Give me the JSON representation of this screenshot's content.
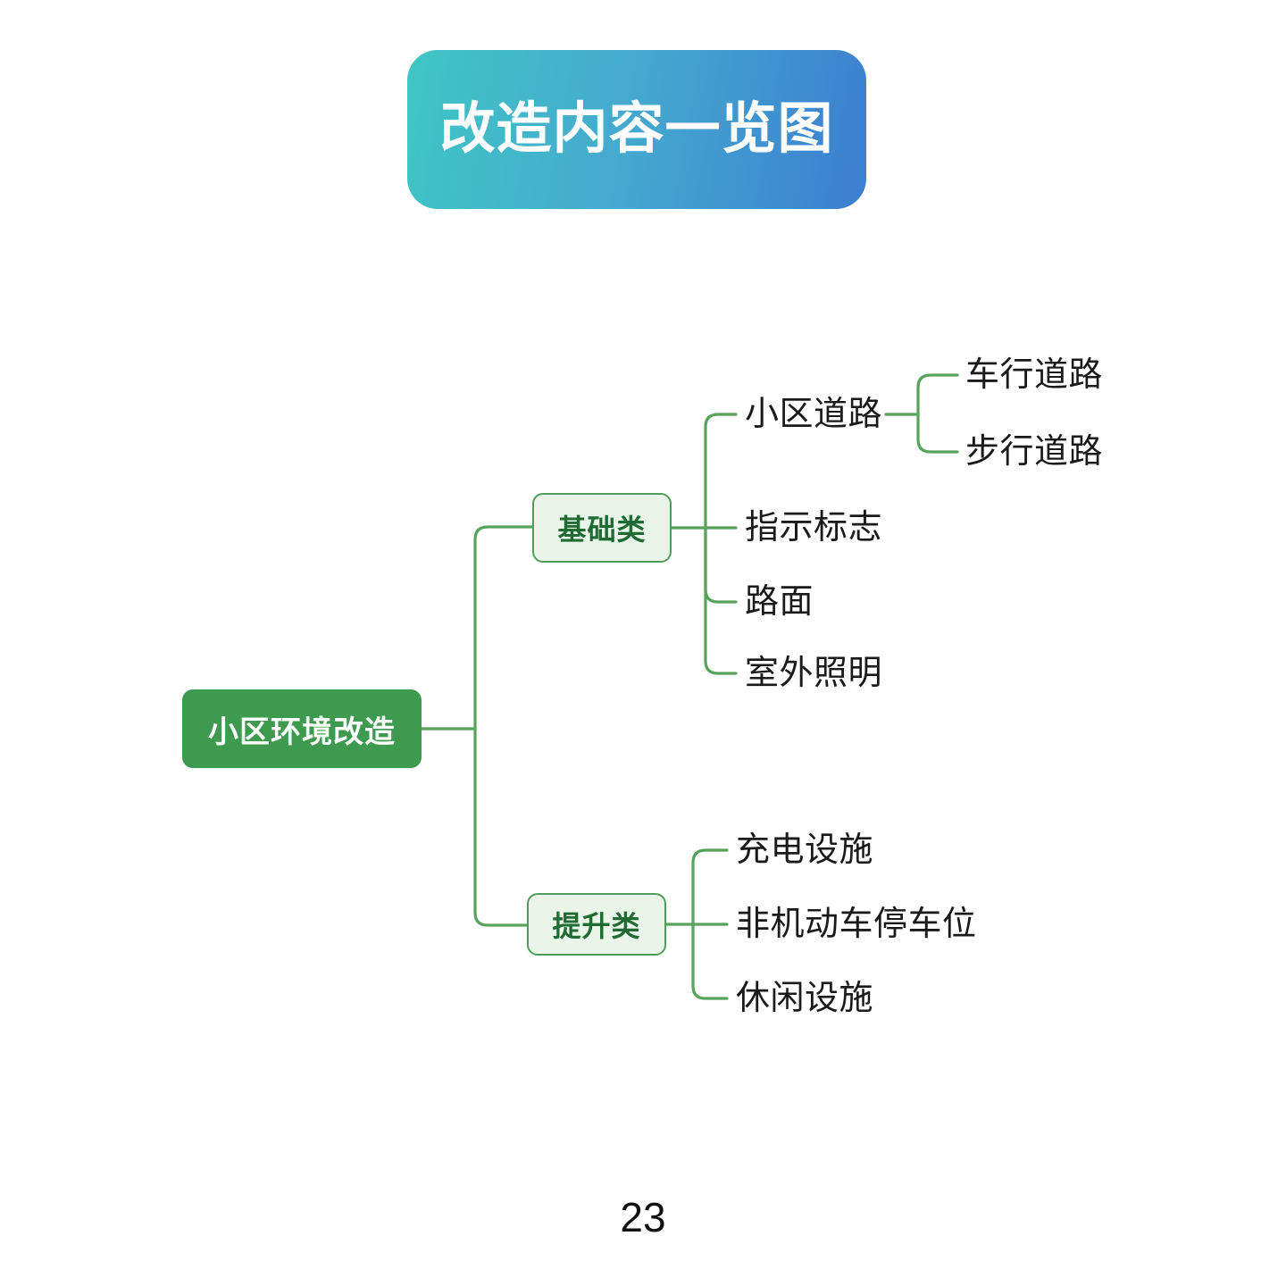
{
  "page": {
    "background_color": "#ffffff",
    "page_number": "23"
  },
  "title": {
    "text": "改造内容一览图",
    "gradient_from": "#3fc6c4",
    "gradient_mid": "#45a9cf",
    "gradient_to": "#3b7ed0",
    "text_color": "#ffffff"
  },
  "mindmap": {
    "connector_color": "#57a35c",
    "root": {
      "label": "小区环境改造",
      "fill": "#3d9a4e",
      "text_color": "#ffffff"
    },
    "categories": [
      {
        "label": "基础类",
        "fill": "#eaf5ea",
        "border": "#4f9d58",
        "text_color": "#1f6b33",
        "children": [
          {
            "label": "小区道路",
            "children": [
              {
                "label": "车行道路"
              },
              {
                "label": "步行道路"
              }
            ]
          },
          {
            "label": "指示标志",
            "children": []
          },
          {
            "label": "路面",
            "children": []
          },
          {
            "label": "室外照明",
            "children": []
          }
        ]
      },
      {
        "label": "提升类",
        "fill": "#eaf5ea",
        "border": "#4f9d58",
        "text_color": "#1f6b33",
        "children": [
          {
            "label": "充电设施",
            "children": []
          },
          {
            "label": "非机动车停车位",
            "children": []
          },
          {
            "label": "休闲设施",
            "children": []
          }
        ]
      }
    ]
  }
}
